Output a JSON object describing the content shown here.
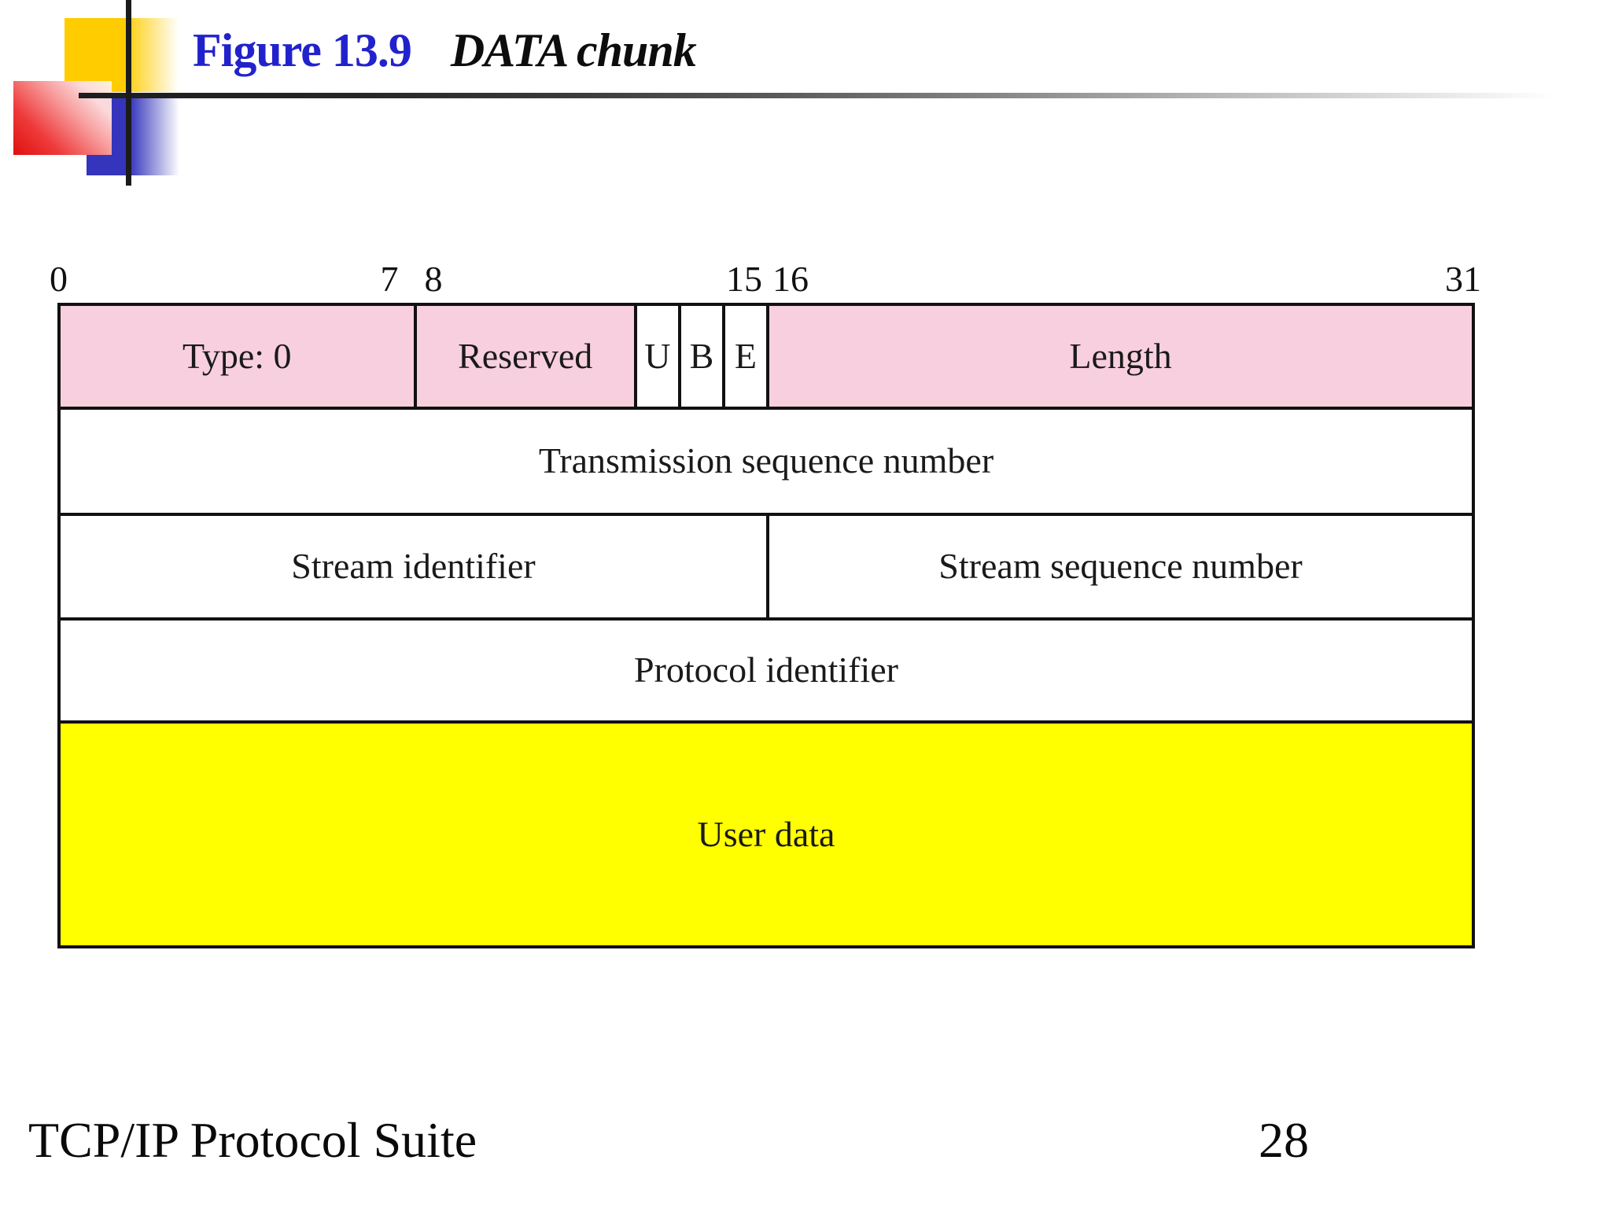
{
  "slide": {
    "header": {
      "figure_label": "Figure 13.9",
      "figure_title": "DATA chunk"
    },
    "bit_ruler": {
      "labels": [
        "0",
        "7",
        "8",
        "15",
        "16",
        "31"
      ]
    },
    "diagram": {
      "row1": {
        "type": "Type: 0",
        "reserved": "Reserved",
        "flag_u": "U",
        "flag_b": "B",
        "flag_e": "E",
        "length": "Length"
      },
      "row2": {
        "label": "Transmission sequence number"
      },
      "row3": {
        "stream_id": "Stream identifier",
        "stream_seq": "Stream sequence number"
      },
      "row4": {
        "label": "Protocol identifier"
      },
      "row5": {
        "label": "User data"
      }
    },
    "footer": {
      "book_title": "TCP/IP Protocol Suite",
      "page_number": "28"
    },
    "colors": {
      "figure_label_blue": "#2222cd",
      "header_pink": "#f8cfde",
      "user_data_yellow": "#ffff00",
      "logo_yellow": "#ffcc00",
      "logo_red": "#ee1111",
      "logo_blue": "#3434bc",
      "border_black": "#111111"
    }
  }
}
